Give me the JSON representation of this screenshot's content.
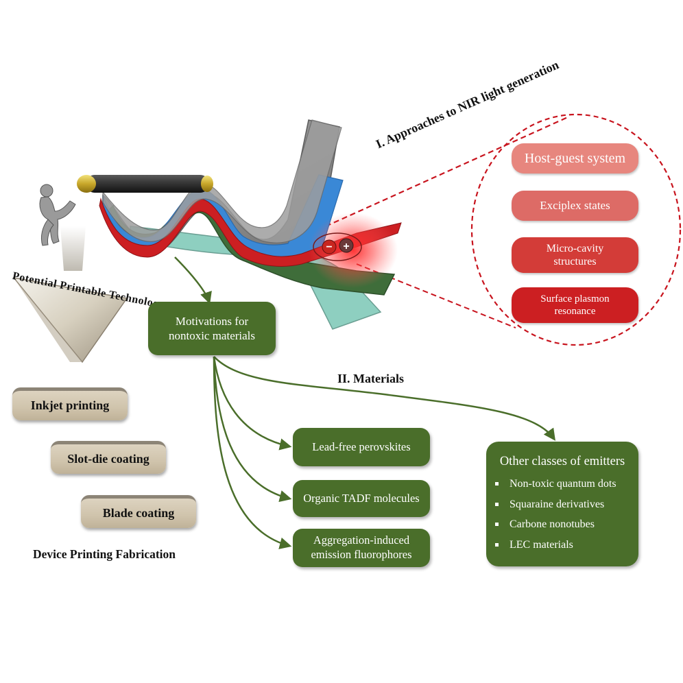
{
  "approaches": {
    "title": "I. Approaches to NIR light generation",
    "items": [
      {
        "label": "Host-guest system",
        "color": "#e7867e"
      },
      {
        "label": "Exciplex states",
        "color": "#dd6b66"
      },
      {
        "label": "Micro-cavity structures",
        "color": "#d33c38"
      },
      {
        "label": "Surface plasmon resonance",
        "color": "#cc1f22"
      }
    ]
  },
  "device": {
    "minus_symbol": "−",
    "plus_symbol": "+"
  },
  "printing": {
    "arrow_label": "Potential Printable Technology",
    "methods": [
      "Inkjet printing",
      "Slot-die coating",
      "Blade coating"
    ],
    "caption": "Device Printing Fabrication"
  },
  "materials": {
    "title": "II. Materials",
    "motivation": "Motivations for nontoxic materials",
    "boxes": [
      "Lead-free perovskites",
      "Organic TADF molecules",
      "Aggregation-induced emission fluorophores"
    ],
    "other": {
      "title": "Other classes of emitters",
      "items": [
        "Non-toxic quantum dots",
        "Squaraine derivatives",
        "Carbone nonotubes",
        "LEC materials"
      ]
    }
  },
  "colors": {
    "green": "#4a6e2a",
    "beige": "#d6cbb5",
    "dashed_red": "#c8141e"
  }
}
